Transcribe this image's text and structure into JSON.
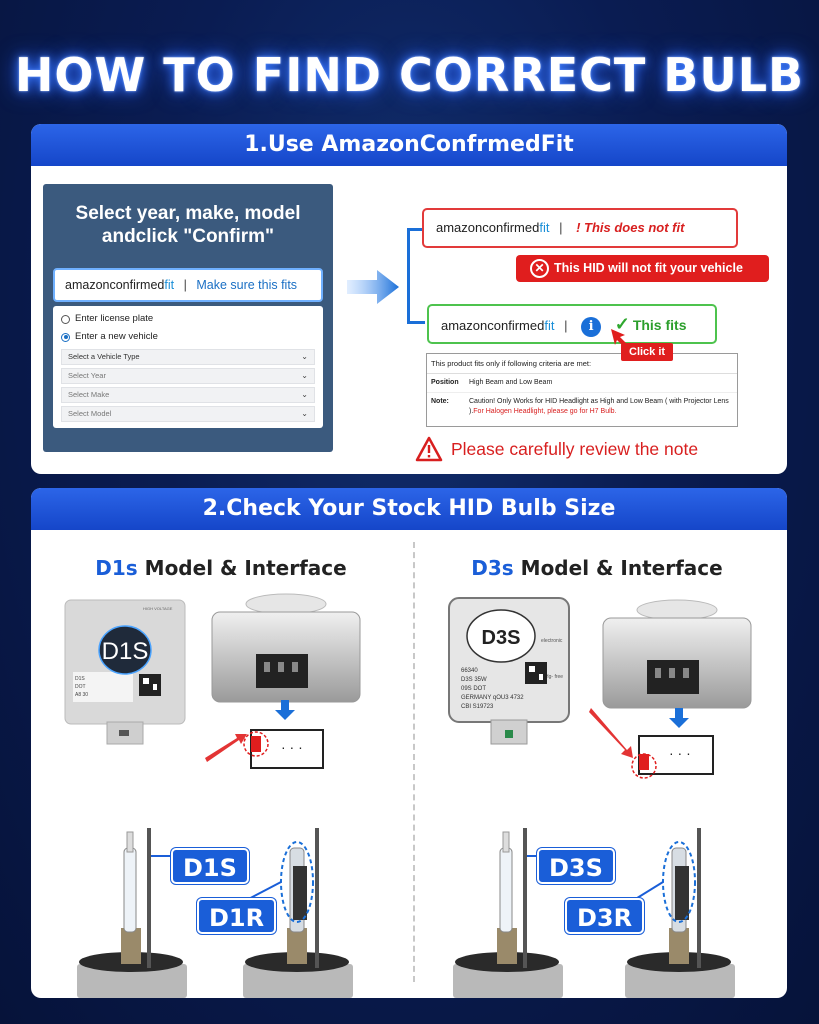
{
  "title": "HOW TO FIND CORRECT BULB",
  "section1": {
    "header": "1.Use AmazonConfrmedFit",
    "finder": {
      "title": "Select year, make, model andclick \"Confirm\"",
      "brand_amazon": "amazon",
      "brand_confirmed": "confirmed",
      "brand_fit": "fit",
      "sep": "|",
      "prompt": "Make sure this fits",
      "radio_plate": "Enter license plate",
      "radio_new": "Enter a new vehicle",
      "selects": [
        "Select a Vehicle Type",
        "Select Year",
        "Select Make",
        "Select Model"
      ]
    },
    "not_fit": {
      "message": "! This does not fit",
      "warning": "This HID will not fit your vehicle"
    },
    "fits": {
      "message": "This fits",
      "click_tag": "Click it",
      "info_glyph": "i"
    },
    "criteria": {
      "header": "This product fits only if following criteria are met:",
      "rows": [
        {
          "key": "Position",
          "value": "High Beam and Low Beam",
          "red": ""
        },
        {
          "key": "Note:",
          "value": "Caution! Only Works for HID Headlight as High and Low Beam ( with Projector Lens ).",
          "red": "For Halogen Headlight, please go for H7 Bulb."
        }
      ]
    },
    "review_note": "Please carefully review the note"
  },
  "section2": {
    "header": "2.Check Your Stock HID Bulb Size",
    "left": {
      "model": "D1s",
      "title_rest": " Model & Interface",
      "badge": "D1S",
      "label_lines": [
        "D1S",
        "DOT",
        "A8 30"
      ],
      "bulb_s": "D1S",
      "bulb_r": "D1R"
    },
    "right": {
      "model": "D3s",
      "title_rest": " Model & Interface",
      "badge": "D3S",
      "side_text": "electronic",
      "hg_text": "Hg-\nfree",
      "label_lines": [
        "66340",
        "D3S 35W",
        "09S DOT",
        "GERMANY  qOU3 4732",
        "CBI      S19723"
      ],
      "bulb_s": "D3S",
      "bulb_r": "D3R"
    }
  },
  "colors": {
    "background": "#0a1c52",
    "header_blue": "#1a4fd0",
    "alert_red": "#e01e1e",
    "fit_green": "#2fa82f"
  }
}
